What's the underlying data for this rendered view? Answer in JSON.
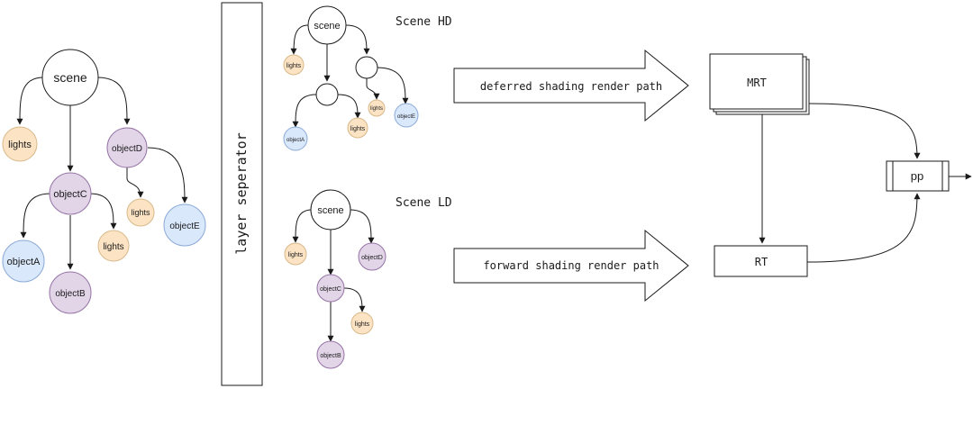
{
  "colors": {
    "stroke": "#1a1a1a",
    "white_fill": "#ffffff",
    "lights_fill": "#fbe3c4",
    "lights_stroke": "#d8b98a",
    "object_purple_fill": "#e1d5e7",
    "object_purple_stroke": "#9673a6",
    "object_blue_fill": "#dae8fc",
    "object_blue_stroke": "#8aa9d6"
  },
  "tree_main": {
    "scene": "scene",
    "lights_a": "lights",
    "objectD": "objectD",
    "objectC": "objectC",
    "lights_b": "lights",
    "objectE": "objectE",
    "objectA": "objectA",
    "lights_c": "lights",
    "objectB": "objectB"
  },
  "layer_separator": "layer seperator",
  "tree_hd": {
    "title": "Scene HD",
    "scene": "scene",
    "lights_a": "lights",
    "lights_b": "lights",
    "objectE": "objectE",
    "objectA": "objectA",
    "lights_c": "lights"
  },
  "tree_ld": {
    "title": "Scene LD",
    "scene": "scene",
    "lights_a": "lights",
    "objectD": "objectD",
    "objectC": "objectC",
    "lights_b": "lights",
    "objectB": "objectB"
  },
  "paths": {
    "deferred": "deferred shading render path",
    "forward": "forward shading render path"
  },
  "targets": {
    "mrt": "MRT",
    "rt": "RT",
    "pp": "pp"
  }
}
